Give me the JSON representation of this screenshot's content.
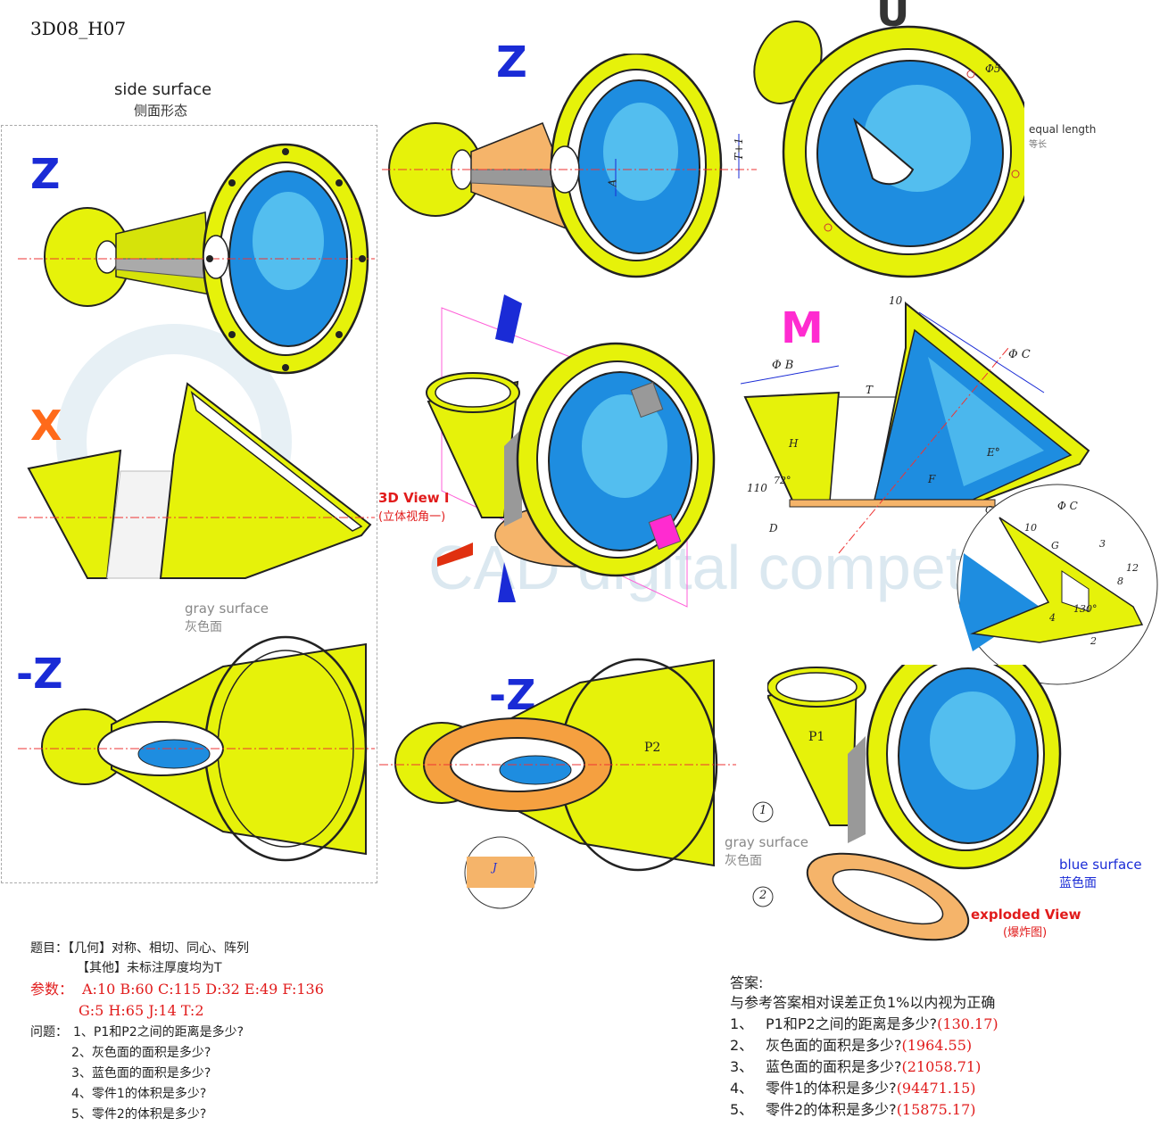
{
  "doc_code": "3D08_H07",
  "side_surface": {
    "en": "side surface",
    "cn": "侧面形态"
  },
  "views": {
    "z_left": "Z",
    "x": "X",
    "neg_z_left": "-Z",
    "z_top": "Z",
    "u": "U",
    "m": "M",
    "neg_z_mid": "-Z"
  },
  "labels": {
    "phi5": "Φ5",
    "equal_length_en": "equal length",
    "equal_length_cn": "等长",
    "gray_surface_en": "gray surface",
    "gray_surface_cn": "灰色面",
    "view3d_en": "3D View I",
    "view3d_cn": "(立体视角一)",
    "blue_surface_en": "blue surface",
    "blue_surface_cn": "蓝色面",
    "exploded_en": "exploded View",
    "exploded_cn": "(爆炸图)",
    "p1": "P1",
    "p2": "P2",
    "part1": "1",
    "part2": "2",
    "dim_A": "A",
    "dim_Tplus1": "T+1",
    "dim_J": "J",
    "dim_10": "10",
    "dim_phiB": "Φ B",
    "dim_phiC": "Φ C",
    "dim_T": "T",
    "dim_H": "H",
    "dim_E": "E°",
    "dim_F": "F",
    "dim_110": "110",
    "dim_72": "72°",
    "dim_D": "D",
    "dim_G": "G",
    "dim_130": "130°",
    "dim_3": "3",
    "dim_12": "12",
    "dim_8": "8",
    "dim_4": "4",
    "dim_2": "2",
    "dim_10b": "10"
  },
  "problem": {
    "title_line": "题目：【几何】对称、相切、同心、阵列",
    "other_line": "【其他】未标注厚度均为T",
    "params_label": "参数：",
    "params_line1": "A:10 B:60 C:115 D:32 E:49  F:136",
    "params_line2": "G:5 H:65 J:14 T:2",
    "questions_label": "问题：",
    "q1": "1、P1和P2之间的距离是多少?",
    "q2": "2、灰色面的面积是多少?",
    "q3": "3、蓝色面的面积是多少?",
    "q4": "4、零件1的体积是多少?",
    "q5": "5、零件2的体积是多少?"
  },
  "answers": {
    "label": "答案:",
    "note": "与参考答案相对误差正负1%以内视为正确",
    "items": [
      {
        "num": "1、",
        "q": "P1和P2之间的距离是多少?",
        "a": "(130.17)"
      },
      {
        "num": "2、",
        "q": "灰色面的面积是多少?",
        "a": "(1964.55)"
      },
      {
        "num": "3、",
        "q": "蓝色面的面积是多少?",
        "a": "(21058.71)"
      },
      {
        "num": "4、",
        "q": "零件1的体积是多少?",
        "a": "(94471.15)"
      },
      {
        "num": "5、",
        "q": "零件2的体积是多少?",
        "a": "(15875.17)"
      }
    ]
  },
  "watermark": {
    "line2": "CAD digital competition"
  },
  "colors": {
    "yellow": "#e6f20a",
    "yellow_dark": "#c3d400",
    "blue_fill": "#1e8de0",
    "blue_light": "#69d3f5",
    "orange": "#f5b46a",
    "gray": "#9a9a9a",
    "view_blue": "#1a2bd6",
    "view_orange": "#ff6a1a",
    "view_magenta": "#ff2bd0",
    "answer_red": "#e11b1b"
  }
}
